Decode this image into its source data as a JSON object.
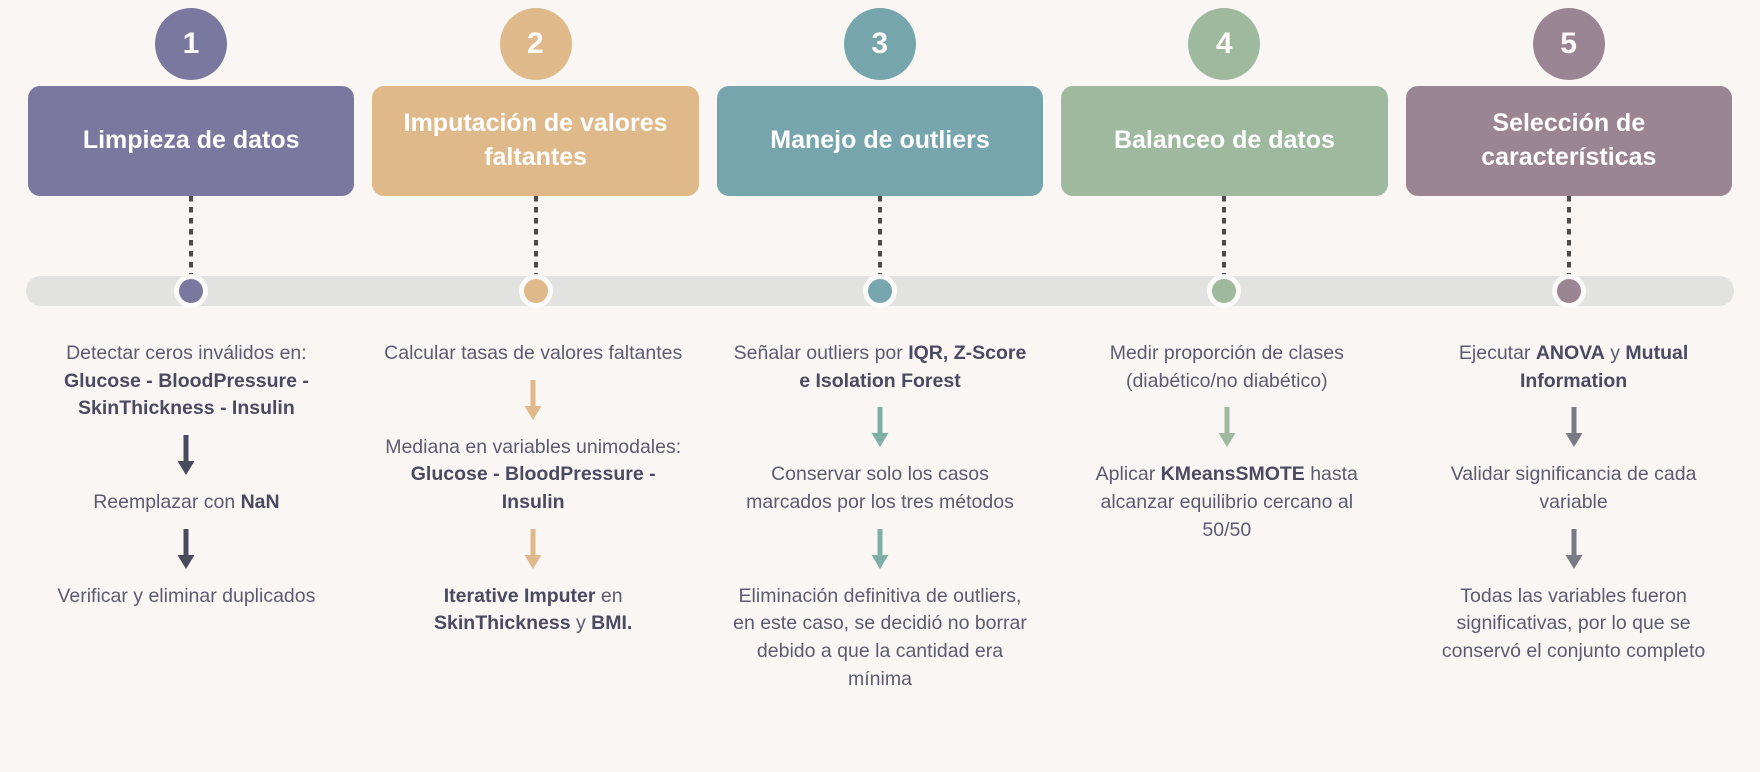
{
  "theme": {
    "background": "#faf6f4",
    "timeline_track": "#e2e2e0",
    "marker_ring": "#fdfbfa",
    "body_text": "#5c5c70",
    "dotted_connector": "#4b4b4b"
  },
  "steps": [
    {
      "number": "1",
      "title": "Limpieza de datos",
      "color": "#7a789e",
      "arrow_color": "#4a4a5e",
      "blocks": [
        [
          {
            "t": "Detectar ceros inválidos en: ",
            "b": false
          },
          {
            "t": "Glucose - BloodPressure - SkinThickness - Insulin",
            "b": true
          }
        ],
        [
          {
            "t": "Reemplazar con ",
            "b": false
          },
          {
            "t": "NaN",
            "b": true
          }
        ],
        [
          {
            "t": "Verificar y eliminar duplicados",
            "b": false
          }
        ]
      ]
    },
    {
      "number": "2",
      "title": "Imputación de valores faltantes",
      "color": "#dfb98a",
      "arrow_color": "#dfb98a",
      "blocks": [
        [
          {
            "t": "Calcular tasas de valores faltantes",
            "b": false
          }
        ],
        [
          {
            "t": "Mediana en variables unimodales: ",
            "b": false
          },
          {
            "t": "Glucose - BloodPressure - Insulin",
            "b": true
          }
        ],
        [
          {
            "t": "Iterative Imputer",
            "b": true
          },
          {
            "t": " en ",
            "b": false
          },
          {
            "t": "SkinThickness",
            "b": true
          },
          {
            "t": " y ",
            "b": false
          },
          {
            "t": "BMI.",
            "b": true
          }
        ]
      ]
    },
    {
      "number": "3",
      "title": "Manejo de outliers",
      "color": "#76a5ad",
      "arrow_color": "#7fb0a6",
      "blocks": [
        [
          {
            "t": "Señalar outliers por ",
            "b": false
          },
          {
            "t": "IQR, Z-Score e Isolation Forest",
            "b": true
          }
        ],
        [
          {
            "t": "Conservar solo los casos marcados por los tres métodos",
            "b": false
          }
        ],
        [
          {
            "t": "Eliminación definitiva de outliers, en este caso, se decidió no borrar debido a que la cantidad era mínima",
            "b": false
          }
        ]
      ]
    },
    {
      "number": "4",
      "title": "Balanceo de datos",
      "color": "#9fb99f",
      "arrow_color": "#9fb99f",
      "blocks": [
        [
          {
            "t": "Medir proporción de clases (diabético/no diabético)",
            "b": false
          }
        ],
        [
          {
            "t": "Aplicar ",
            "b": false
          },
          {
            "t": "KMeansSMOTE",
            "b": true
          },
          {
            "t": " hasta alcanzar equilibrio cercano al 50/50",
            "b": false
          }
        ]
      ]
    },
    {
      "number": "5",
      "title": "Selección de características",
      "color": "#9c8592",
      "arrow_color": "#7a7a86",
      "blocks": [
        [
          {
            "t": "Ejecutar ",
            "b": false
          },
          {
            "t": "ANOVA",
            "b": true
          },
          {
            "t": " y ",
            "b": false
          },
          {
            "t": "Mutual Information",
            "b": true
          }
        ],
        [
          {
            "t": "Validar significancia de cada variable",
            "b": false
          }
        ],
        [
          {
            "t": "Todas las variables fueron significativas, por lo que se conservó el conjunto completo",
            "b": false
          }
        ]
      ]
    }
  ]
}
